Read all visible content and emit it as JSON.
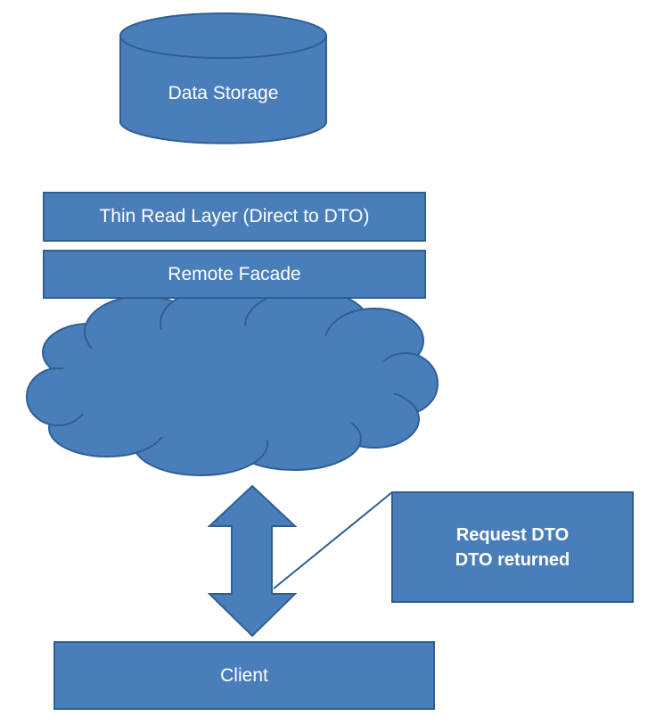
{
  "diagram": {
    "data_storage": {
      "label": "Data Storage"
    },
    "thin_read_layer": {
      "label": "Thin Read Layer (Direct to DTO)"
    },
    "remote_facade": {
      "label": "Remote Facade"
    },
    "network_cloud": {
      "label": ""
    },
    "client": {
      "label": "Client"
    },
    "callout": {
      "line1": "Request DTO",
      "line2": "DTO returned"
    }
  },
  "colors": {
    "shape_fill": "#4a7ebb",
    "shape_border": "#2f5f92",
    "text": "#ffffff",
    "background": "#ffffff"
  }
}
